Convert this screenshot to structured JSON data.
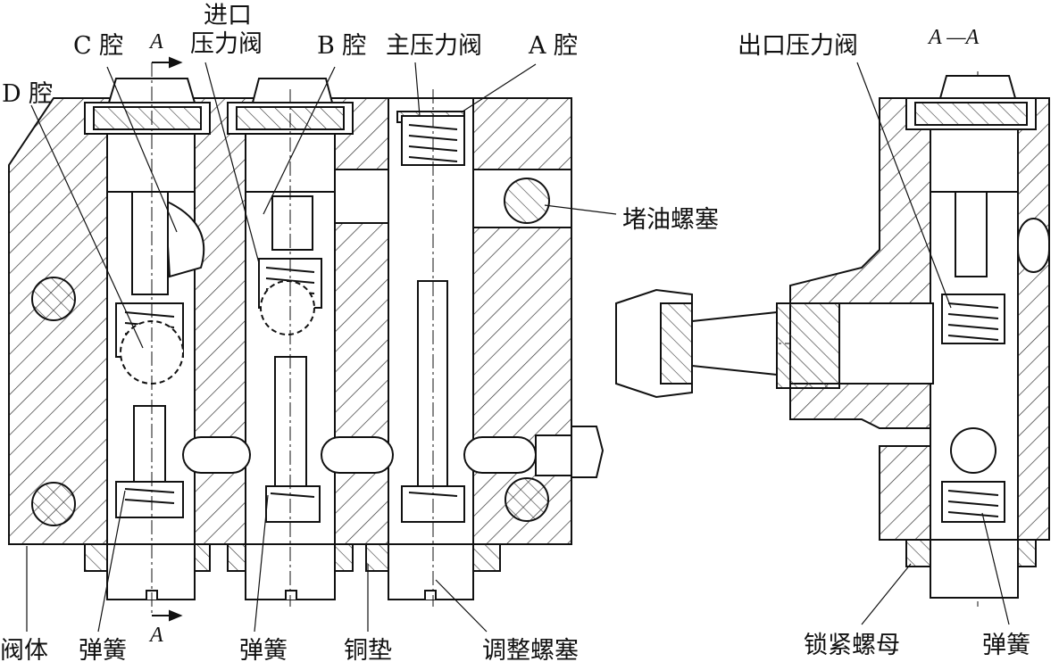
{
  "labels": {
    "c_chamber": "C 腔",
    "inlet_valve_line1": "进口",
    "inlet_valve_line2": "压力阀",
    "b_chamber": "B 腔",
    "main_valve": "主压力阀",
    "a_chamber": "A 腔",
    "d_chamber": "D 腔",
    "oil_plug": "堵油螺塞",
    "outlet_valve": "出口压力阀",
    "valve_body": "阀体",
    "spring_1": "弹簧",
    "spring_2": "弹簧",
    "copper_washer": "铜垫",
    "adjust_plug": "调整螺塞",
    "lock_nut": "锁紧螺母",
    "spring_3": "弹簧"
  },
  "section": {
    "mark_top": "A",
    "mark_bottom": "A",
    "view_title": "A —A"
  },
  "colors": {
    "line": "#111111",
    "hatch": "#333333",
    "background": "#ffffff"
  }
}
